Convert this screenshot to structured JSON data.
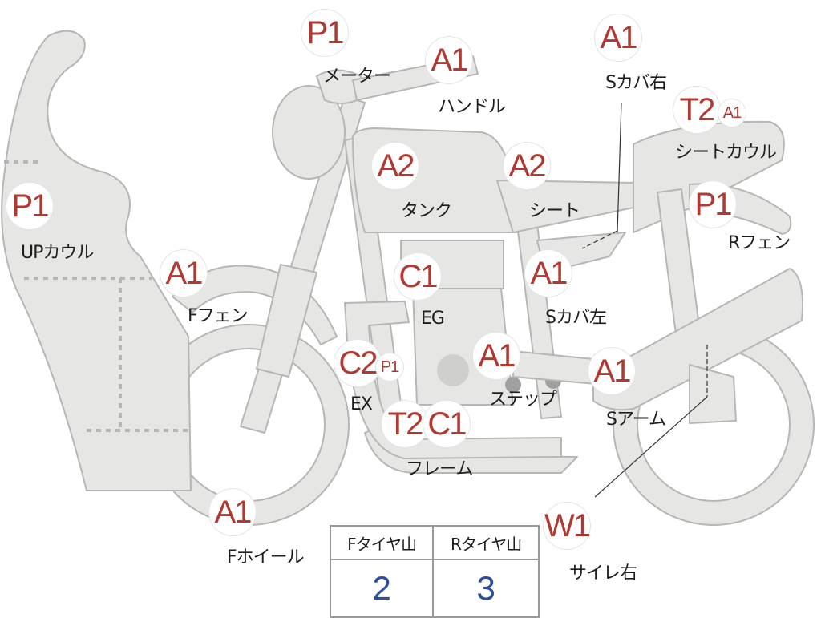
{
  "colors": {
    "body": "#e6e6e4",
    "outline": "#b6b6b4",
    "badge_text": "#b03a32",
    "value_text": "#2d4da0"
  },
  "parts": [
    {
      "id": "meter",
      "grade": "P1",
      "label": "メーター"
    },
    {
      "id": "handle",
      "grade": "A1",
      "label": "ハンドル"
    },
    {
      "id": "s-cover-right",
      "grade": "A1",
      "label": "Sカバ右"
    },
    {
      "id": "seat-cowl",
      "grade": "T2",
      "grade2": "A1",
      "label": "シートカウル"
    },
    {
      "id": "tank",
      "grade": "A2",
      "label": "タンク"
    },
    {
      "id": "seat",
      "grade": "A2",
      "label": "シート"
    },
    {
      "id": "up-cowl",
      "grade": "P1",
      "label": "UPカウル"
    },
    {
      "id": "r-fender",
      "grade": "P1",
      "label": "Rフェン"
    },
    {
      "id": "f-fender",
      "grade": "A1",
      "label": "Fフェン"
    },
    {
      "id": "engine",
      "grade": "C1",
      "label": "EG"
    },
    {
      "id": "s-cover-left",
      "grade": "A1",
      "label": "Sカバ左"
    },
    {
      "id": "exhaust",
      "grade": "C2",
      "grade2": "P1",
      "label": "EX"
    },
    {
      "id": "step",
      "grade": "A1",
      "label": "ステップ"
    },
    {
      "id": "s-arm",
      "grade": "A1",
      "label": "Sアーム"
    },
    {
      "id": "frame",
      "grade": "T2",
      "grade2": "C1",
      "label": "フレーム"
    },
    {
      "id": "f-wheel",
      "grade": "A1",
      "label": "Fホイール"
    },
    {
      "id": "silencer-right",
      "grade": "W1",
      "label": "サイレ右"
    }
  ],
  "tires": {
    "front_label": "Fタイヤ山",
    "front_value": "2",
    "rear_label": "Rタイヤ山",
    "rear_value": "3"
  }
}
